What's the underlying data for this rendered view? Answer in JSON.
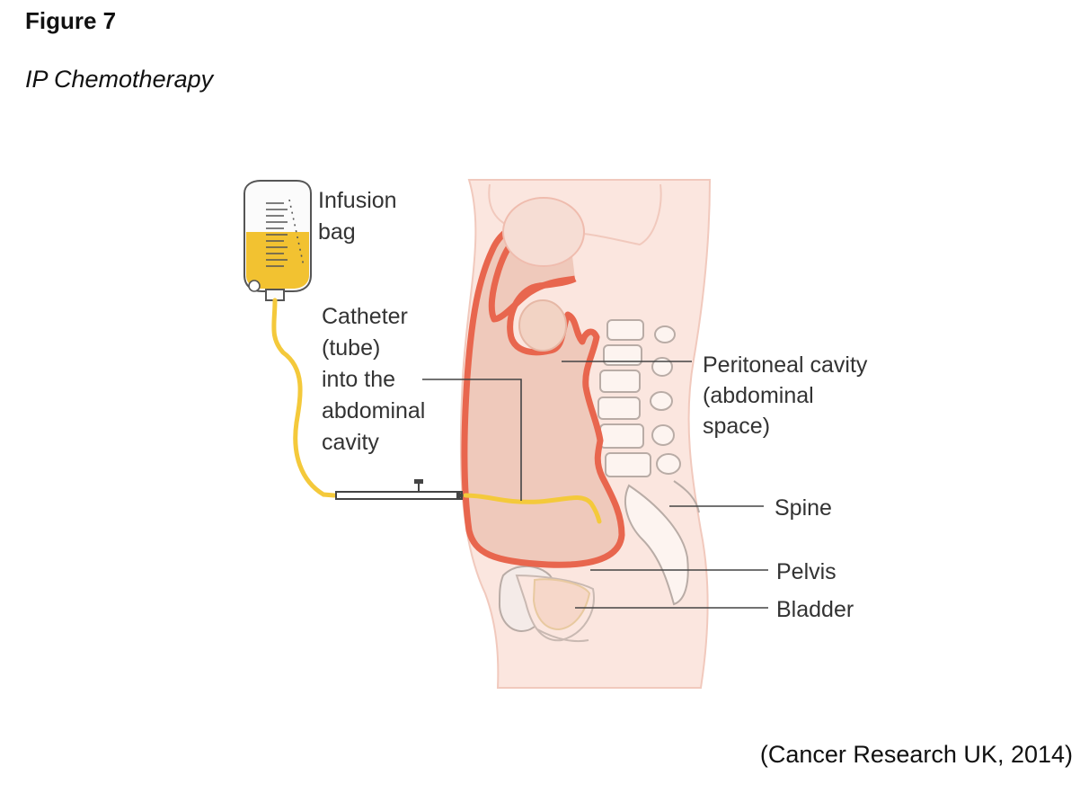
{
  "figure": {
    "title": "Figure 7",
    "subtitle": "IP Chemotherapy",
    "citation": "(Cancer Research UK, 2014)"
  },
  "labels": {
    "infusion_bag": [
      "Infusion",
      "bag"
    ],
    "catheter": [
      "Catheter",
      "(tube)",
      "into the",
      "abdominal",
      "cavity"
    ],
    "peritoneal": [
      "Peritoneal cavity",
      "(abdominal",
      "space)"
    ],
    "spine": "Spine",
    "pelvis": "Pelvis",
    "bladder": "Bladder"
  },
  "colors": {
    "skin": "#fbe6df",
    "skin_line": "#f1c9bd",
    "peritoneum": "#e8664e",
    "cavity_fill": "#efc9bb",
    "fluid": "#f4c93b",
    "bone_line": "#b9aca6",
    "leader_line": "#444444"
  }
}
